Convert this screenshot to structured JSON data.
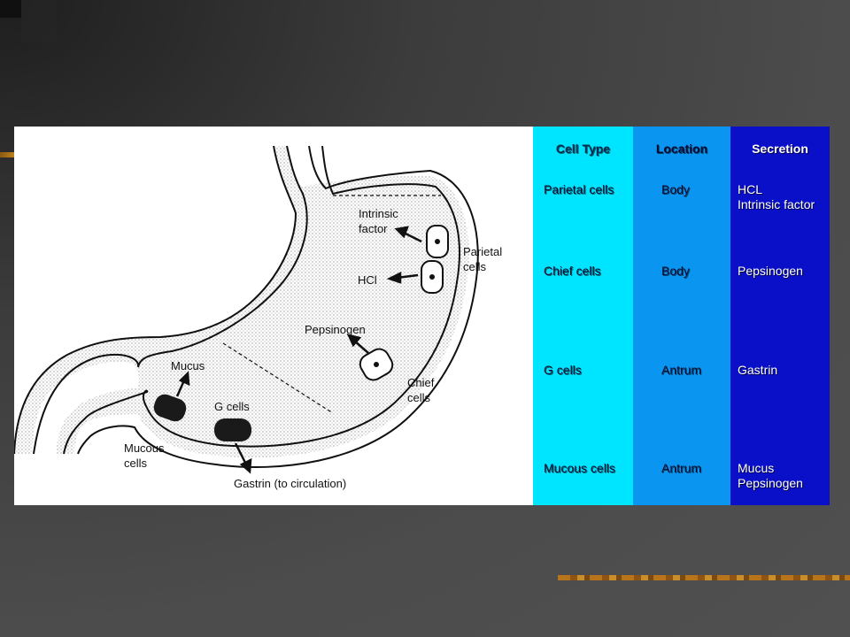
{
  "diagram": {
    "labels": {
      "intrinsic_factor": [
        "Intrinsic",
        "factor"
      ],
      "hcl": "HCl",
      "parietal_cells": [
        "Parietal",
        "cells"
      ],
      "pepsinogen": "Pepsinogen",
      "chief_cells": [
        "Chief",
        "cells"
      ],
      "mucus": "Mucus",
      "g_cells": "G cells",
      "mucous_cells": [
        "Mucous",
        "cells"
      ],
      "gastrin": "Gastrin (to circulation)"
    }
  },
  "table": {
    "headers": [
      "Cell Type",
      "Location",
      "Secretion"
    ],
    "rows": [
      {
        "cell_type": "Parietal cells",
        "location": "Body",
        "secretion": "HCL\nIntrinsic factor"
      },
      {
        "cell_type": "Chief cells",
        "location": "Body",
        "secretion": "Pepsinogen"
      },
      {
        "cell_type": "G cells",
        "location": "Antrum",
        "secretion": "Gastrin"
      },
      {
        "cell_type": "Mucous cells",
        "location": "Antrum",
        "secretion": "Mucus\nPepsinogen"
      }
    ],
    "colors": {
      "cell_type": "#00e5ff",
      "location": "#0a95f0",
      "secretion": "#0a10c8"
    }
  }
}
